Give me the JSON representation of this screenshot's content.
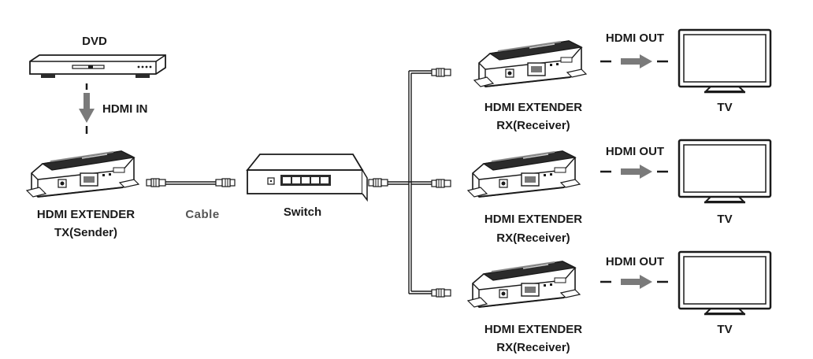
{
  "source": {
    "label": "DVD"
  },
  "input_arrow": {
    "label": "HDMI IN"
  },
  "sender": {
    "line1": "HDMI EXTENDER",
    "line2": "TX(Sender)"
  },
  "cable": {
    "label": "Cable"
  },
  "switch": {
    "label": "Switch"
  },
  "receivers": [
    {
      "line1": "HDMI EXTENDER",
      "line2": "RX(Receiver)",
      "output_label": "HDMI OUT",
      "tv_label": "TV"
    },
    {
      "line1": "HDMI EXTENDER",
      "line2": "RX(Receiver)",
      "output_label": "HDMI OUT",
      "tv_label": "TV"
    },
    {
      "line1": "HDMI EXTENDER",
      "line2": "RX(Receiver)",
      "output_label": "HDMI OUT",
      "tv_label": "TV"
    }
  ],
  "colors": {
    "arrow": "#7a7a7a",
    "device_dark": "#2b2b2b",
    "device_light": "#f2f2f2",
    "outline": "#1a1a1a"
  }
}
